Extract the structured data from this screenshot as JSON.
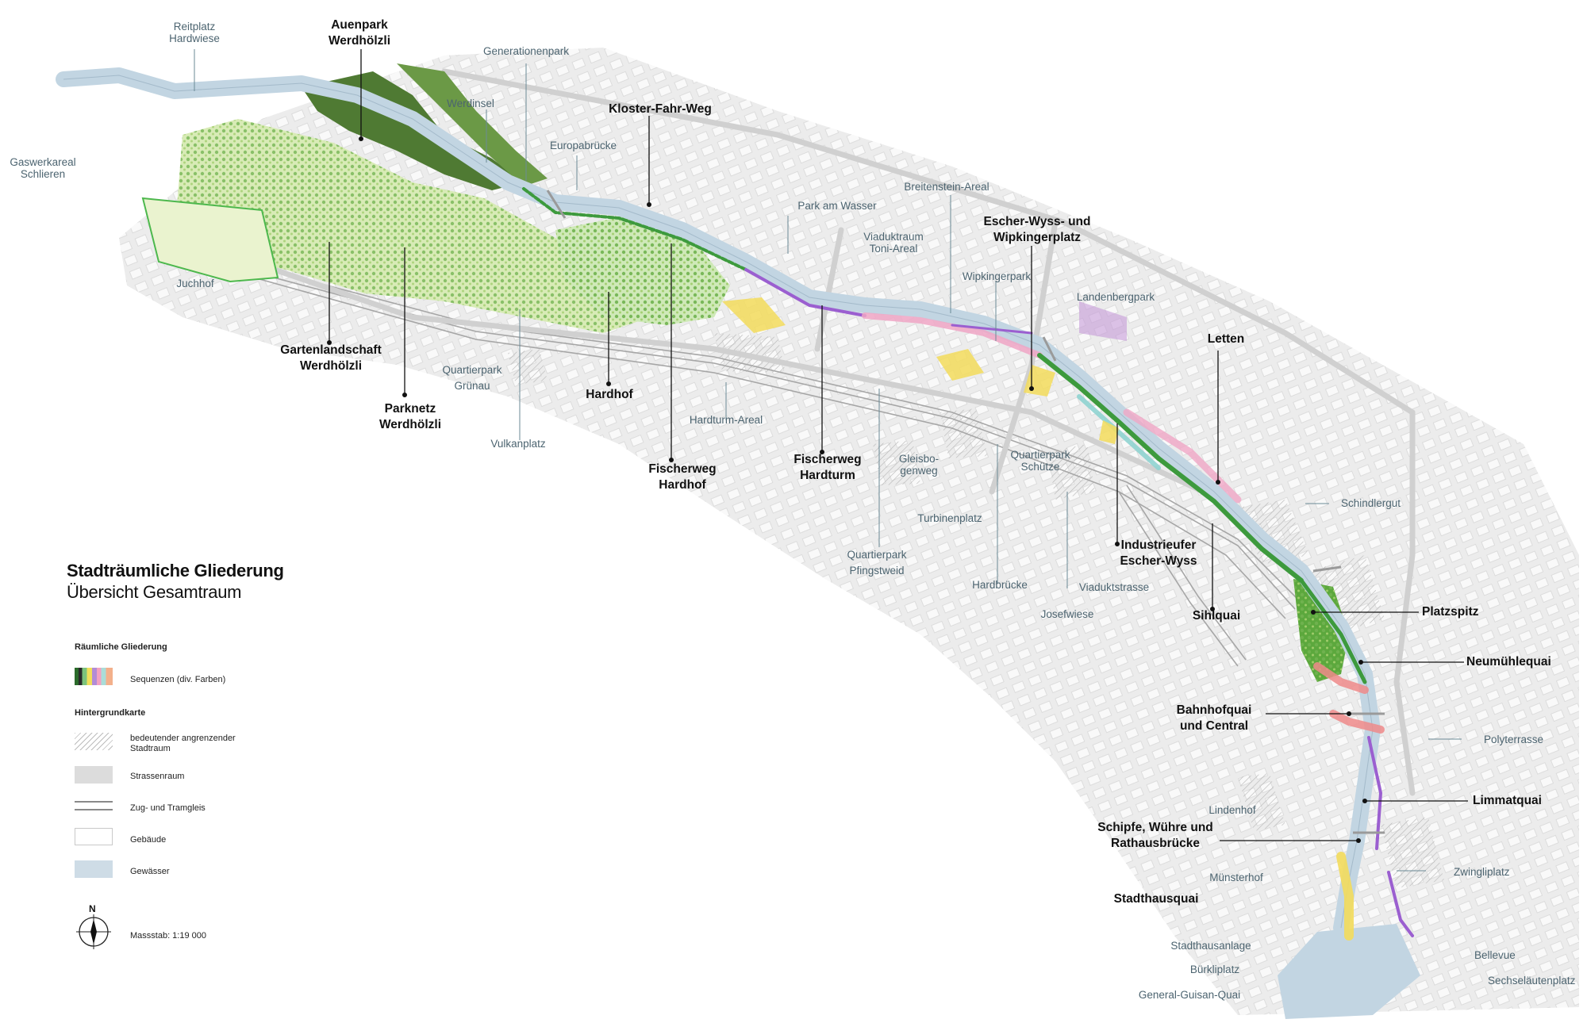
{
  "colors": {
    "water": "#c2d5e2",
    "park_dark": "#4f7a33",
    "park_light": "#cfe6a8",
    "sequence_green": "#3d9a3d",
    "sequence_purple": "#9b5fd0",
    "sequence_pink": "#f0a6c6",
    "sequence_yellow": "#f3dc5c",
    "sequence_cyan": "#8fd3d0",
    "sequence_red": "#ef8a8a",
    "street": "#dcdcdc",
    "rail": "#9a9a9a",
    "building": "#ffffff"
  },
  "legend": {
    "title": "Stadträumliche Gliederung",
    "subtitle": "Übersicht Gesamtraum",
    "section_1": "Räumliche Gliederung",
    "sequences": "Sequenzen (div. Farben)",
    "section_2": "Hintergrundkarte",
    "hatch_line1": "bedeutender angrenzender",
    "hatch_line2": "Stadtraum",
    "street": "Strassenraum",
    "rail": "Zug- und Tramgleis",
    "building": "Gebäude",
    "water": "Gewässer",
    "north": "N",
    "scale": "Massstab: 1:19 000"
  },
  "sequences": {
    "auenpark_1": "Auenpark",
    "auenpark_2": "Werdhölzli",
    "kloster": "Kloster-Fahr-Weg",
    "escher_1": "Escher-Wyss- und",
    "escher_2": "Wipkingerplatz",
    "letten": "Letten",
    "garten_1": "Gartenlandschaft",
    "garten_2": "Werdhölzli",
    "parknetz_1": "Parknetz",
    "parknetz_2": "Werdhölzli",
    "hardhof": "Hardhof",
    "fischer_hardhof_1": "Fischerweg",
    "fischer_hardhof_2": "Hardhof",
    "fischer_hardturm_1": "Fischerweg",
    "fischer_hardturm_2": "Hardturm",
    "industrie_1": "Industrieufer",
    "industrie_2": "Escher-Wyss",
    "sihlquai": "Sihlquai",
    "platzspitz": "Platzspitz",
    "neumuehlequai": "Neumühlequai",
    "bahnhof_1": "Bahnhofquai",
    "bahnhof_2": "und Central",
    "limmatquai": "Limmatquai",
    "schipfe_1": "Schipfe, Wühre und",
    "schipfe_2": "Rathausbrücke",
    "stadthausquai": "Stadthausquai"
  },
  "places": {
    "reitplatz_1": "Reitplatz",
    "reitplatz_2": "Hardwiese",
    "generationenpark": "Generationenpark",
    "werdinsel": "Werdinsel",
    "europabruecke": "Europabrücke",
    "gaswerk_1": "Gaswerkareal",
    "gaswerk_2": "Schlieren",
    "juchhof": "Juchhof",
    "breitenstein": "Breitenstein-Areal",
    "park_am_wasser": "Park am Wasser",
    "viadukt_1": "Viaduktraum",
    "viadukt_2": "Toni-Areal",
    "wipkingerpark": "Wipkingerpark",
    "landenbergpark": "Landenbergpark",
    "qp_gruenau_1": "Quartierpark",
    "qp_gruenau_2": "Grünau",
    "vulkanplatz": "Vulkanplatz",
    "hardturm_areal": "Hardturm-Areal",
    "gleisbo_1": "Gleisbo-",
    "gleisbo_2": "genweg",
    "qp_schuetze_1": "Quartierpark",
    "qp_schuetze_2": "Schütze",
    "turbinenplatz": "Turbinenplatz",
    "qp_pfingstweid_1": "Quartierpark",
    "qp_pfingstweid_2": "Pfingstweid",
    "hardbruecke": "Hardbrücke",
    "viaduktstrasse": "Viaduktstrasse",
    "josefwiese": "Josefwiese",
    "schindlergut": "Schindlergut",
    "polyterrasse": "Polyterrasse",
    "lindenhof": "Lindenhof",
    "muensterhof": "Münsterhof",
    "zwingliplatz": "Zwingliplatz",
    "stadthausanlage": "Stadthausanlage",
    "buerkliplatz": "Bürkliplatz",
    "general_guisan": "General-Guisan-Quai",
    "bellevue": "Bellevue",
    "sechselaeutenplatz": "Sechseläutenplatz"
  }
}
